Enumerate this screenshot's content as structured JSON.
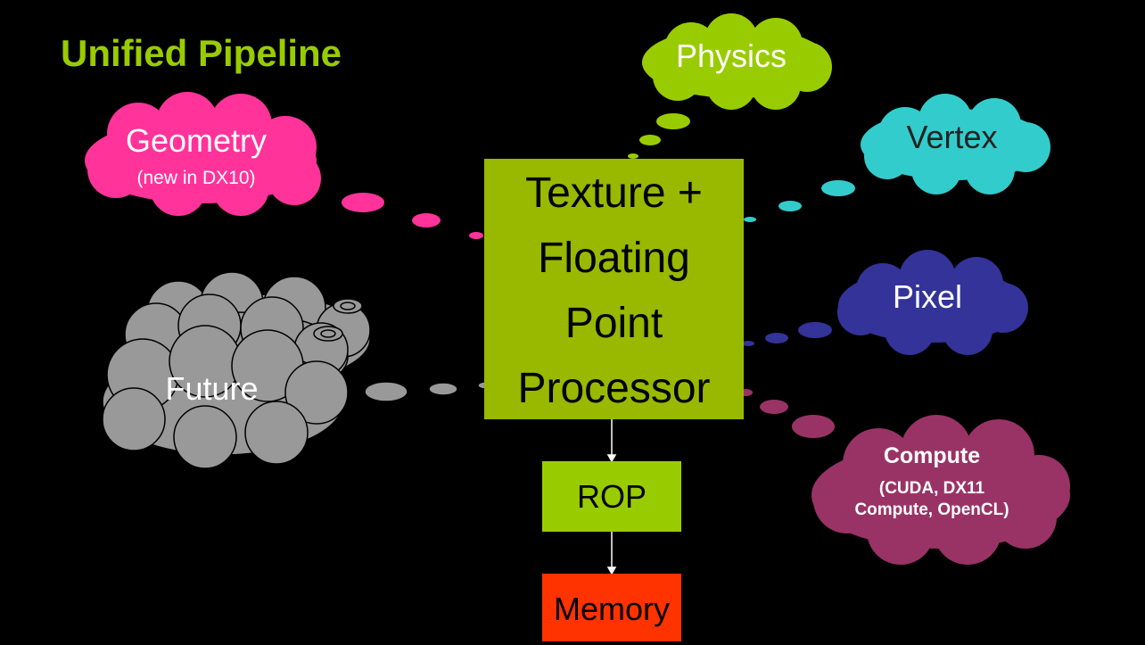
{
  "title": "Unified Pipeline",
  "core": {
    "lines": [
      "Texture +",
      "Floating",
      "Point",
      "Processor"
    ]
  },
  "rop": "ROP",
  "memory": "Memory",
  "clouds": {
    "geometry": {
      "label": "Geometry",
      "sub": "(new in DX10)",
      "color": "#ff3399"
    },
    "physics": {
      "label": "Physics",
      "color": "#99cc00"
    },
    "vertex": {
      "label": "Vertex",
      "color": "#33cccc"
    },
    "pixel": {
      "label": "Pixel",
      "color": "#333399"
    },
    "future": {
      "label": "Future",
      "color": "#999999"
    },
    "compute": {
      "label": "Compute",
      "sub1": "(CUDA, DX11",
      "sub2": "Compute, OpenCL)",
      "color": "#993366"
    }
  }
}
